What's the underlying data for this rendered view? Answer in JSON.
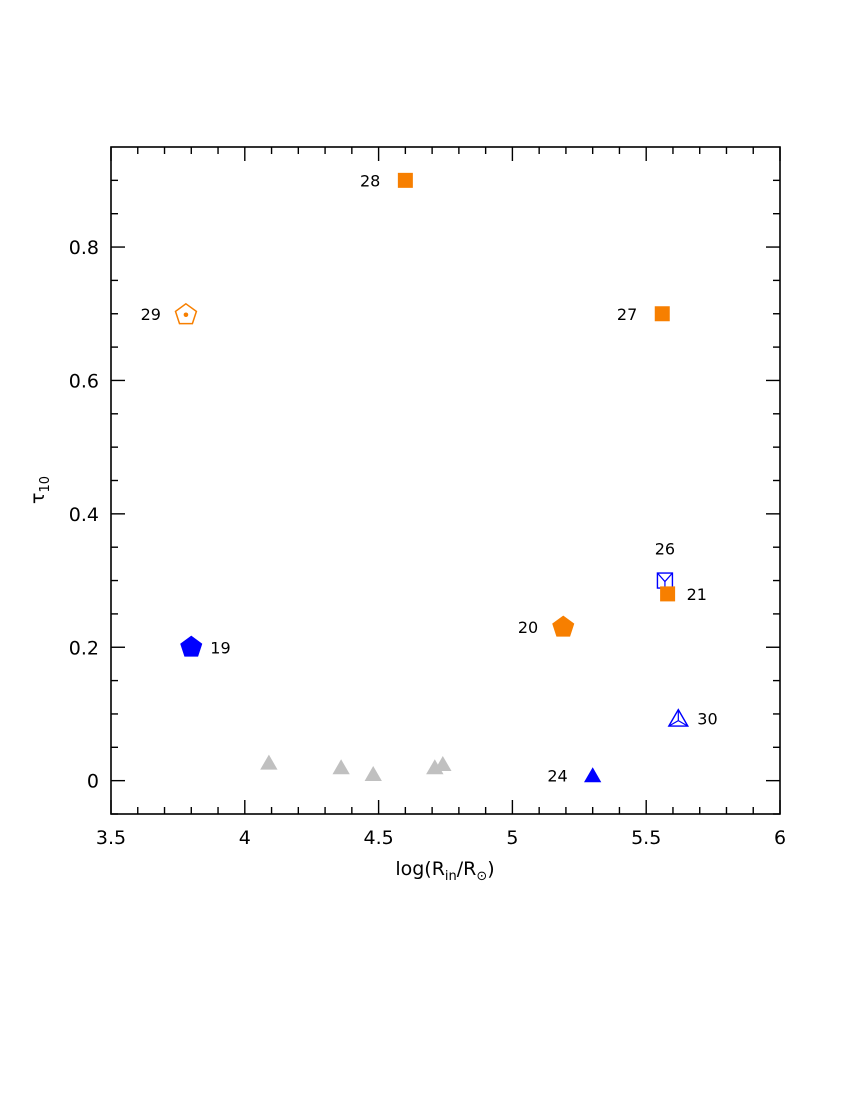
{
  "chart_data": {
    "type": "scatter",
    "xlabel": {
      "base": "log(R",
      "sub1": "in",
      "mid": "/R",
      "sub2": "⊙",
      "end": ")"
    },
    "ylabel": {
      "base": "τ",
      "sub": "10"
    },
    "xlim": [
      3.5,
      6.0
    ],
    "ylim": [
      -0.05,
      0.95
    ],
    "xticks": [
      3.5,
      4,
      4.5,
      5,
      5.5,
      6
    ],
    "xtick_labels": [
      "3.5",
      "4",
      "4.5",
      "5",
      "5.5",
      "6"
    ],
    "yticks": [
      0,
      0.2,
      0.4,
      0.6,
      0.8
    ],
    "ytick_labels": [
      "0",
      "0.2",
      "0.4",
      "0.6",
      "0.8"
    ],
    "colors": {
      "orange": "#f77f00",
      "blue": "#0000ff",
      "gray": "#c0c0c0"
    },
    "points": [
      {
        "label": "28",
        "x": 4.6,
        "y": 0.9,
        "marker": "square",
        "color": "orange",
        "fill": true,
        "label_side": "left"
      },
      {
        "label": "29",
        "x": 3.78,
        "y": 0.7,
        "marker": "pentagon-dot",
        "color": "orange",
        "fill": false,
        "label_side": "left"
      },
      {
        "label": "27",
        "x": 5.56,
        "y": 0.7,
        "marker": "square",
        "color": "orange",
        "fill": true,
        "label_side": "left"
      },
      {
        "label": "26",
        "x": 5.57,
        "y": 0.3,
        "marker": "square-triangle",
        "color": "blue",
        "fill": false,
        "label_side": "above"
      },
      {
        "label": "21",
        "x": 5.58,
        "y": 0.28,
        "marker": "square",
        "color": "orange",
        "fill": true,
        "label_side": "right"
      },
      {
        "label": "20",
        "x": 5.19,
        "y": 0.23,
        "marker": "pentagon",
        "color": "orange",
        "fill": true,
        "label_side": "left"
      },
      {
        "label": "19",
        "x": 3.8,
        "y": 0.2,
        "marker": "pentagon",
        "color": "blue",
        "fill": true,
        "label_side": "right"
      },
      {
        "label": "30",
        "x": 5.62,
        "y": 0.093,
        "marker": "triangle-star",
        "color": "blue",
        "fill": false,
        "label_side": "right"
      },
      {
        "label": "24",
        "x": 5.3,
        "y": 0.008,
        "marker": "triangle",
        "color": "blue",
        "fill": true,
        "label_side": "left"
      },
      {
        "label": "",
        "x": 4.09,
        "y": 0.027,
        "marker": "triangle",
        "color": "gray",
        "fill": true
      },
      {
        "label": "",
        "x": 4.36,
        "y": 0.02,
        "marker": "triangle",
        "color": "gray",
        "fill": true
      },
      {
        "label": "",
        "x": 4.48,
        "y": 0.01,
        "marker": "triangle",
        "color": "gray",
        "fill": true
      },
      {
        "label": "",
        "x": 4.71,
        "y": 0.02,
        "marker": "triangle",
        "color": "gray",
        "fill": true
      },
      {
        "label": "",
        "x": 4.74,
        "y": 0.025,
        "marker": "triangle",
        "color": "gray",
        "fill": true
      }
    ]
  }
}
